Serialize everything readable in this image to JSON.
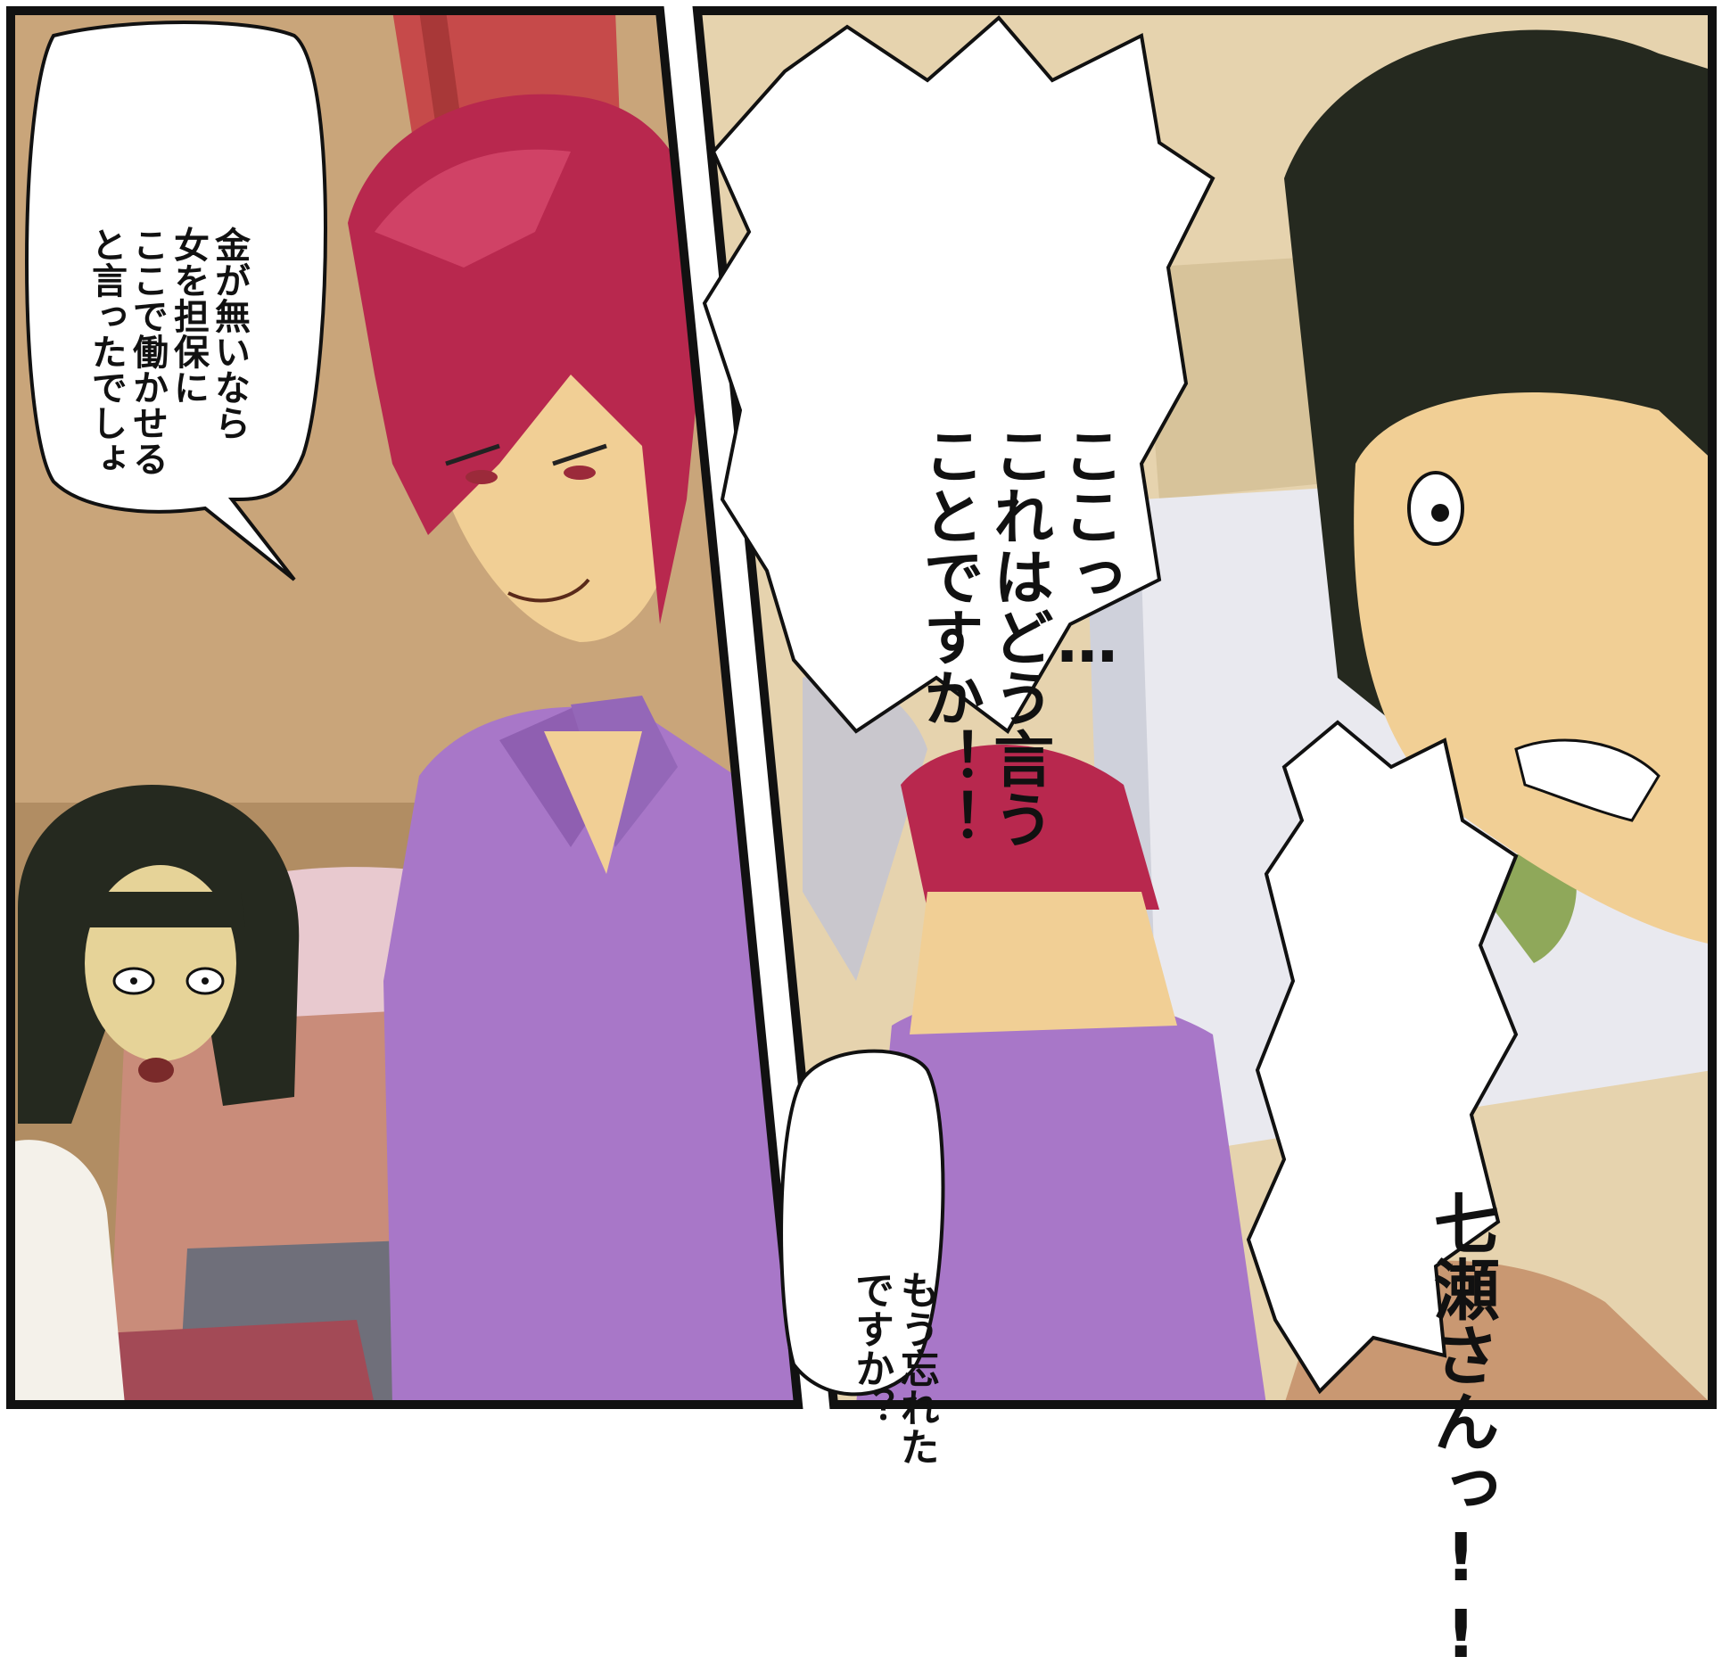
{
  "panels": [
    {
      "id": "left-panel",
      "speech": [
        {
          "id": "bubble-left",
          "lines": [
            "金が無いなら",
            "女を担保に",
            "ここで働かせる",
            "と言ったでしょ"
          ]
        }
      ]
    },
    {
      "id": "right-panel",
      "speech": [
        {
          "id": "bubble-top",
          "lines": [
            "ここっ…",
            "これはどう言う",
            "ことですか！！"
          ]
        },
        {
          "id": "bubble-small",
          "lines": [
            "もう忘れた",
            "ですか？"
          ]
        },
        {
          "id": "bubble-shout",
          "lines": [
            "七瀬さんっ!!"
          ]
        }
      ]
    }
  ],
  "colors": {
    "border": "#111111",
    "wall_left": "#c9a57a",
    "wall_right": "#e6d3ae",
    "curtain": "#c64a4a",
    "hair_red": "#b8284e",
    "shirt_purple": "#a877c8",
    "skin": "#f1cf95",
    "hair_dark": "#25291f"
  }
}
